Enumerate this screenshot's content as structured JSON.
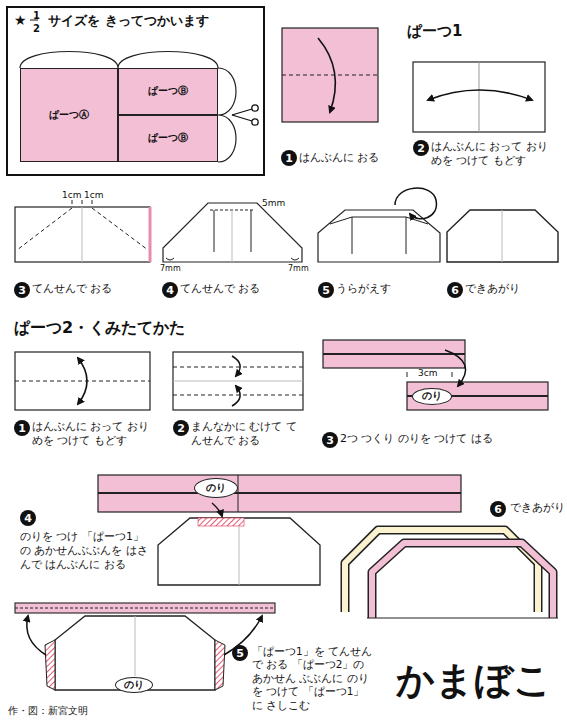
{
  "diagram": {
    "title": "かまぼこ",
    "nodes": [
      {
        "text": [
          "★",
          "1",
          "2",
          "サイズを きってつかいます"
        ]
      },
      {
        "text": [
          "ぱーつⒶ"
        ],
        "in": 0
      },
      {
        "text": [
          "ぱーつⒷ"
        ],
        "in": 0
      },
      {
        "text": [
          "ぱーつⒷ"
        ],
        "in": 0
      },
      {
        "text": [
          "1"
        ]
      },
      {
        "text": [
          "2"
        ]
      },
      {
        "text": [
          "3"
        ]
      },
      {
        "text": [
          "4"
        ]
      },
      {
        "text": [
          "5"
        ]
      },
      {
        "text": [
          "6"
        ]
      },
      {
        "text": [
          "1"
        ]
      },
      {
        "text": [
          "2"
        ]
      },
      {
        "text": [
          "3"
        ]
      },
      {
        "text": [
          "のり"
        ]
      },
      {
        "text": [
          "4"
        ]
      },
      {
        "text": [
          "のり"
        ]
      },
      {
        "text": [
          "5"
        ]
      },
      {
        "text": [
          "のり"
        ]
      },
      {
        "text": [
          "6"
        ]
      }
    ],
    "labels": [
      "ぱーつ1",
      "はんぶんに おる",
      "はんぶんに おって おりめを つけて もどす",
      "1cm",
      "1cm",
      "5mm",
      "7mm",
      "7mm",
      "てんせんで おる",
      "てんせんで おる",
      "うらがえす",
      "できあがり",
      "ぱーつ2・くみたてかた",
      "はんぶんに おって おりめを つけて もどす",
      "まんなかに むけて てんせんで おる",
      "3cm",
      "2つ つくり のりを つけて はる",
      "のりを つけ 「ぱーつ1」の あかせんぶぶんを はさんで はんぶんに おる",
      "「ぱーつ1」を てんせんで おる 「ぱーつ2」の あかせん ぶぶんに のりを つけて 「ぱーつ1」に さしこむ",
      "できあがり",
      "作・図：新宮文明"
    ]
  }
}
